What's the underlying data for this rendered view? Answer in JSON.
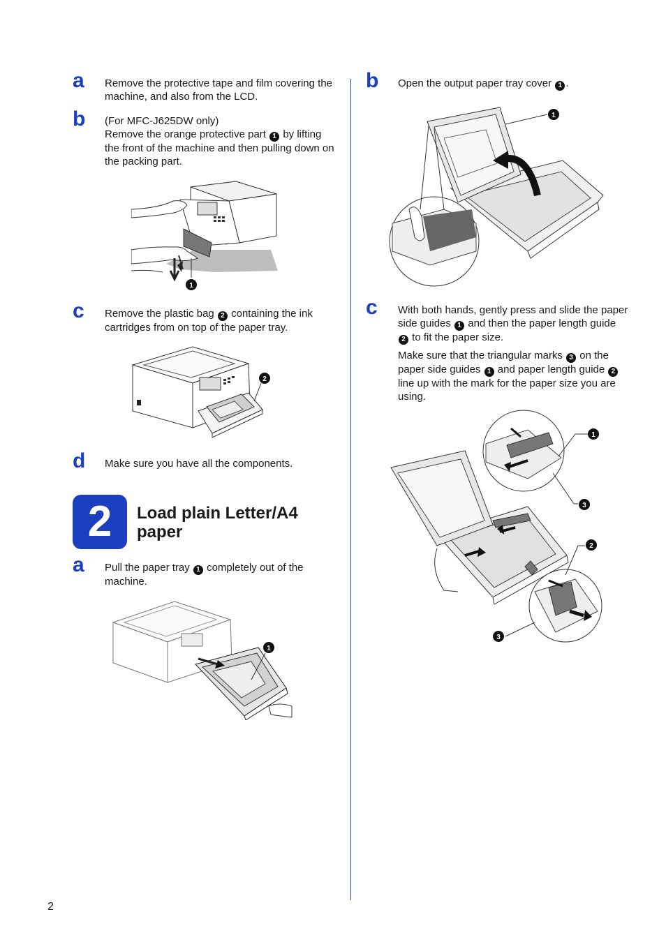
{
  "left": {
    "step_a": {
      "letter": "a",
      "text": "Remove the protective tape and film covering the machine, and also from the LCD."
    },
    "step_b": {
      "letter": "b",
      "line1": "(For MFC-J625DW only)",
      "line2_before": "Remove the orange protective part",
      "callout": "1",
      "line2_after": "by lifting the front of the machine and then pulling down on the packing part."
    },
    "step_c": {
      "letter": "c",
      "before": "Remove the plastic bag",
      "callout": "2",
      "after": "containing the ink cartridges from on top of the paper tray."
    },
    "step_d": {
      "letter": "d",
      "text": "Make sure you have all the components."
    },
    "section": {
      "number": "2",
      "title_line1": "Load plain Letter/A4",
      "title_line2": "paper"
    },
    "step_a2": {
      "letter": "a",
      "before": "Pull the paper tray",
      "callout": "1",
      "after": "completely out of the machine."
    },
    "fig_b_callout": "1",
    "fig_c_callout": "2",
    "fig_a2_callout": "1"
  },
  "right": {
    "step_b": {
      "letter": "b",
      "before": "Open the output paper tray cover",
      "callout": "1",
      "after": "."
    },
    "step_c": {
      "letter": "c",
      "p1_before": "With both hands, gently press and slide the paper side guides",
      "p1_c1": "1",
      "p1_mid": "and then the paper length guide",
      "p1_c2": "2",
      "p1_after": "to fit the paper size.",
      "p2_before": "Make sure that the triangular marks",
      "p2_c3": "3",
      "p2_mid1": "on the paper side guides",
      "p2_c1": "1",
      "p2_mid2": "and paper length guide",
      "p2_c2": "2",
      "p2_after": "line up with the mark for the paper size you are using."
    },
    "fig_b_callout": "1",
    "fig_c_callouts": [
      "1",
      "3",
      "2",
      "3"
    ]
  },
  "page_number": "2",
  "colors": {
    "accent": "#1c3fbf",
    "callout": "#111111"
  }
}
